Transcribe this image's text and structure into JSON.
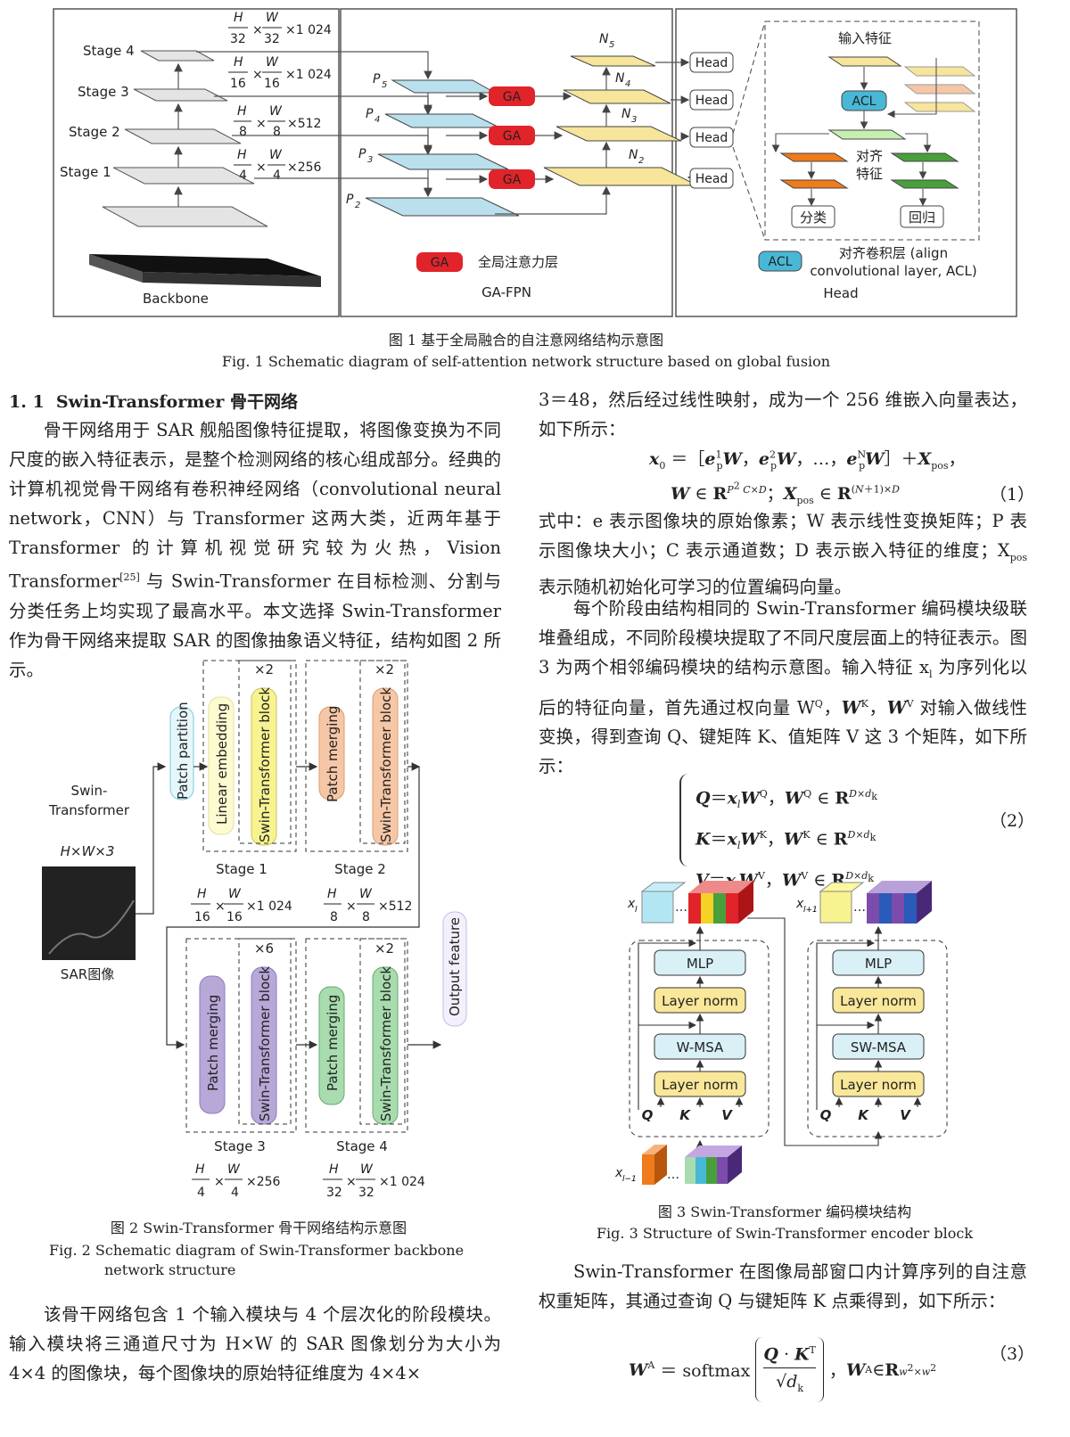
{
  "fig1": {
    "backbone_label": "Backbone",
    "gafpn_label": "GA-FPN",
    "head_label": "Head",
    "stages": [
      "Stage 4",
      "Stage 3",
      "Stage 2",
      "Stage 1"
    ],
    "stage_dims": [
      "×1 024",
      "×1 024",
      "×512",
      "×256"
    ],
    "dim_fracs": [
      [
        "H",
        "32",
        "W",
        "32"
      ],
      [
        "H",
        "16",
        "W",
        "16"
      ],
      [
        "H",
        "8",
        "W",
        "8"
      ],
      [
        "H",
        "4",
        "W",
        "4"
      ]
    ],
    "p_labels": [
      "P5",
      "P4",
      "P3",
      "P2"
    ],
    "n_labels": [
      "N5",
      "N4",
      "N3",
      "N2"
    ],
    "ga": "GA",
    "ga_legend": "全局注意力层",
    "heads": [
      "Head",
      "Head",
      "Head",
      "Head"
    ],
    "input_feature": "输入特征",
    "acl": "ACL",
    "aligned_feature_1": "对齐",
    "aligned_feature_2": "特征",
    "classify": "分类",
    "regress": "回归",
    "acl_legend_1": "对齐卷积层 (align",
    "acl_legend_2": "convolutional layer, ACL)",
    "caption_cn": "图 1   基于全局融合的自注意网络结构示意图",
    "caption_en": "Fig. 1    Schematic diagram of self-attention network structure based on global fusion"
  },
  "section": {
    "number": "1. 1",
    "title": "Swin-Transformer 骨干网络"
  },
  "left_text": {
    "p1": "骨干网络用于 SAR 舰船图像特征提取，将图像变换为不同尺度的嵌入特征表示，是整个检测网络的核心组成部分。经典的计算机视觉骨干网络有卷积神经网络（convolutional neural network，CNN）与 Transformer 这两大类，近两年基于 Transformer 的计算机视觉研究较为火热，Vision Transformer",
    "p1_ref": "[25]",
    "p1_end": " 与 Swin-Transformer 在目标检测、分割与分类任务上均实现了最高水平。本文选择 Swin-Transformer 作为骨干网络来提取 SAR 的图像抽象语义特征，结构如图 2 所示。",
    "p2": "该骨干网络包含 1 个输入模块与 4 个层次化的阶段模块。输入模块将三通道尺寸为 H×W 的 SAR 图像划分为大小为 4×4 的图像块，每个图像块的原始特征维度为 4×4×"
  },
  "fig2": {
    "swin_label_1": "Swin-",
    "swin_label_2": "Transformer",
    "input_dims": "H×W×3",
    "sar_label": "SAR图像",
    "patch_partition": "Patch partition",
    "linear_embedding": "Linear embedding",
    "swin_block": "Swin-Transformer block",
    "patch_merging": "Patch merging",
    "output_feature": "Output feature",
    "repeats": [
      "×2",
      "×2",
      "×6",
      "×2"
    ],
    "stages": [
      "Stage 1",
      "Stage 2",
      "Stage 3",
      "Stage 4"
    ],
    "stage_dims": [
      "×1 024",
      "×512",
      "×256",
      "×1 024"
    ],
    "dim_fracs": [
      [
        "H",
        "16",
        "W",
        "16"
      ],
      [
        "H",
        "8",
        "W",
        "8"
      ],
      [
        "H",
        "4",
        "W",
        "4"
      ],
      [
        "H",
        "32",
        "W",
        "32"
      ]
    ],
    "caption_cn": "图 2   Swin-Transformer 骨干网络结构示意图",
    "caption_en_1": "Fig. 2   Schematic diagram of Swin-Transformer backbone",
    "caption_en_2": "network structure"
  },
  "right_text": {
    "p0": "3＝48，然后经过线性映射，成为一个 256 维嵌入向量表达，如下所示：",
    "eq1_num": "（1）",
    "p1": "式中：e 表示图像块的原始像素；W 表示线性变换矩阵；P 表示图像块大小；C 表示通道数；D 表示嵌入特征的维度；X",
    "p1_sub": "pos",
    "p1_end": " 表示随机初始化可学习的位置编码向量。",
    "p2": "每个阶段由结构相同的 Swin-Transformer 编码模块级联堆叠组成，不同阶段模块提取了不同尺度层面上的特征表示。图 3 为两个相邻编码模块的结构示意图。输入特征 x",
    "p2_sub": "l",
    "p2_end": " 为序列化以后的特征向量，首先通过权向量 W",
    "p2_tail": "对输入做线性变换，得到查询 Q、键矩阵 K、值矩阵 V 这 3 个矩阵，如下所示：",
    "eq2_num": "（2）",
    "p3": "Swin-Transformer 在图像局部窗口内计算序列的自注意权重矩阵，其通过查询 Q 与键矩阵 K 点乘得到，如下所示：",
    "eq3_num": "（3）"
  },
  "fig3": {
    "mlp": "MLP",
    "layer_norm": "Layer norm",
    "wmsa": "W-MSA",
    "swmsa": "SW-MSA",
    "q": "Q",
    "k": "K",
    "v": "V",
    "x_l": "x",
    "caption_cn": "图 3   Swin-Transformer 编码模块结构",
    "caption_en": "Fig. 3   Structure of Swin-Transformer encoder block"
  }
}
